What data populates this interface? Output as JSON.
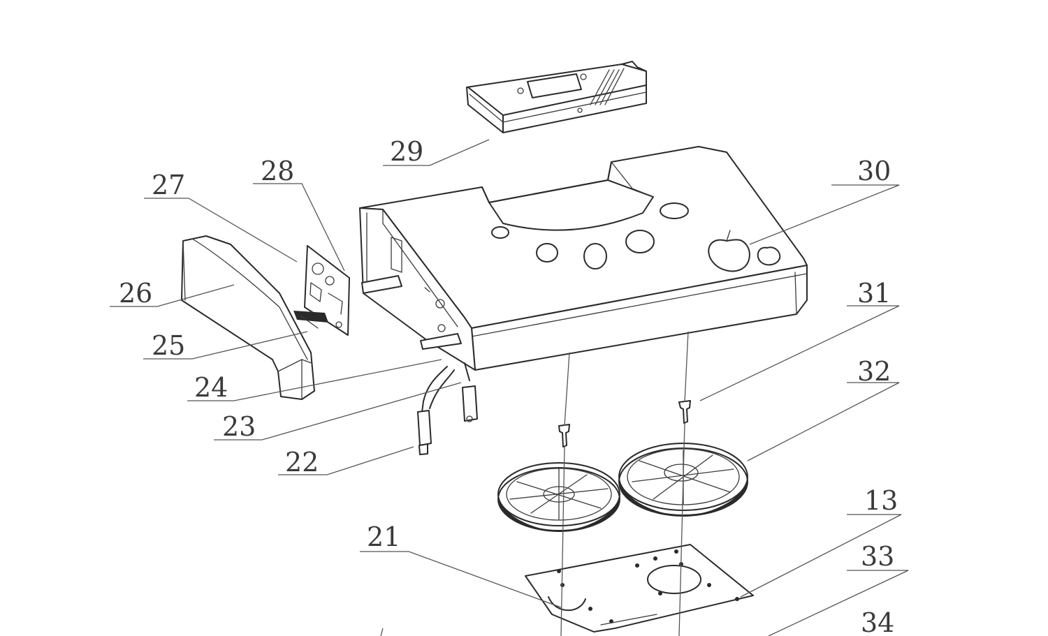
{
  "diagram": {
    "type": "exploded-parts-drawing",
    "part_numbers": [
      {
        "id": "p29",
        "label": "29"
      },
      {
        "id": "p28",
        "label": "28"
      },
      {
        "id": "p27",
        "label": "27"
      },
      {
        "id": "p30",
        "label": "30"
      },
      {
        "id": "p26",
        "label": "26"
      },
      {
        "id": "p31",
        "label": "31"
      },
      {
        "id": "p25",
        "label": "25"
      },
      {
        "id": "p32",
        "label": "32"
      },
      {
        "id": "p24",
        "label": "24"
      },
      {
        "id": "p23",
        "label": "23"
      },
      {
        "id": "p22",
        "label": "22"
      },
      {
        "id": "p13",
        "label": "13"
      },
      {
        "id": "p21",
        "label": "21"
      },
      {
        "id": "p33",
        "label": "33"
      },
      {
        "id": "p34",
        "label": "34"
      }
    ]
  }
}
